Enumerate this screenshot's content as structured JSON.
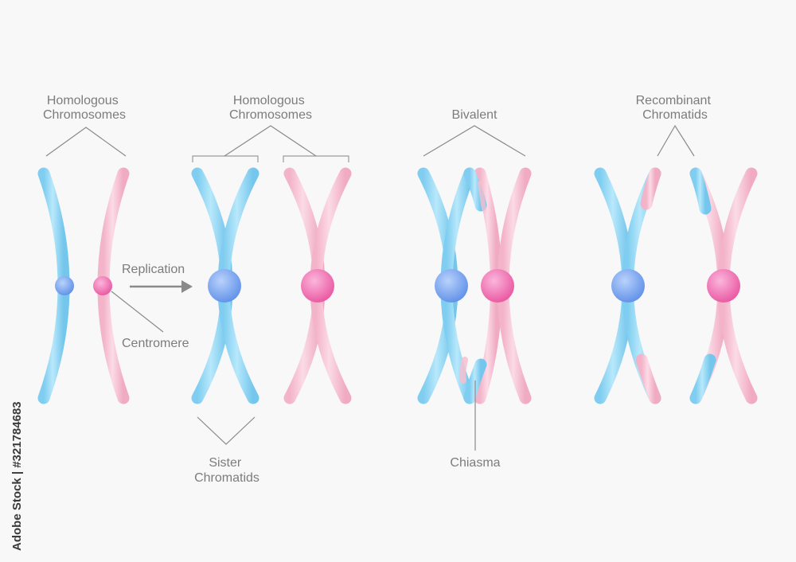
{
  "colors": {
    "blue_chromatid": "#85d4f4",
    "pink_chromatid": "#f6bfd0",
    "blue_centromere": "#7aa7f0",
    "pink_centromere": "#f06fb4",
    "label": "#7c7c7c",
    "arrow": "#8a8a8a"
  },
  "labels": {
    "homologous_1": [
      "Homologous",
      "Chromosomes"
    ],
    "homologous_2": [
      "Homologous",
      "Chromosomes"
    ],
    "bivalent": "Bivalent",
    "recombinant": [
      "Recombinant",
      "Chromatids"
    ],
    "replication": "Replication",
    "centromere": "Centromere",
    "sister": [
      "Sister",
      "Chromatids"
    ],
    "chiasma": "Chiasma"
  },
  "watermark": "Adobe Stock | #321784683",
  "icons": {
    "arrow": "arrow-right-icon"
  }
}
